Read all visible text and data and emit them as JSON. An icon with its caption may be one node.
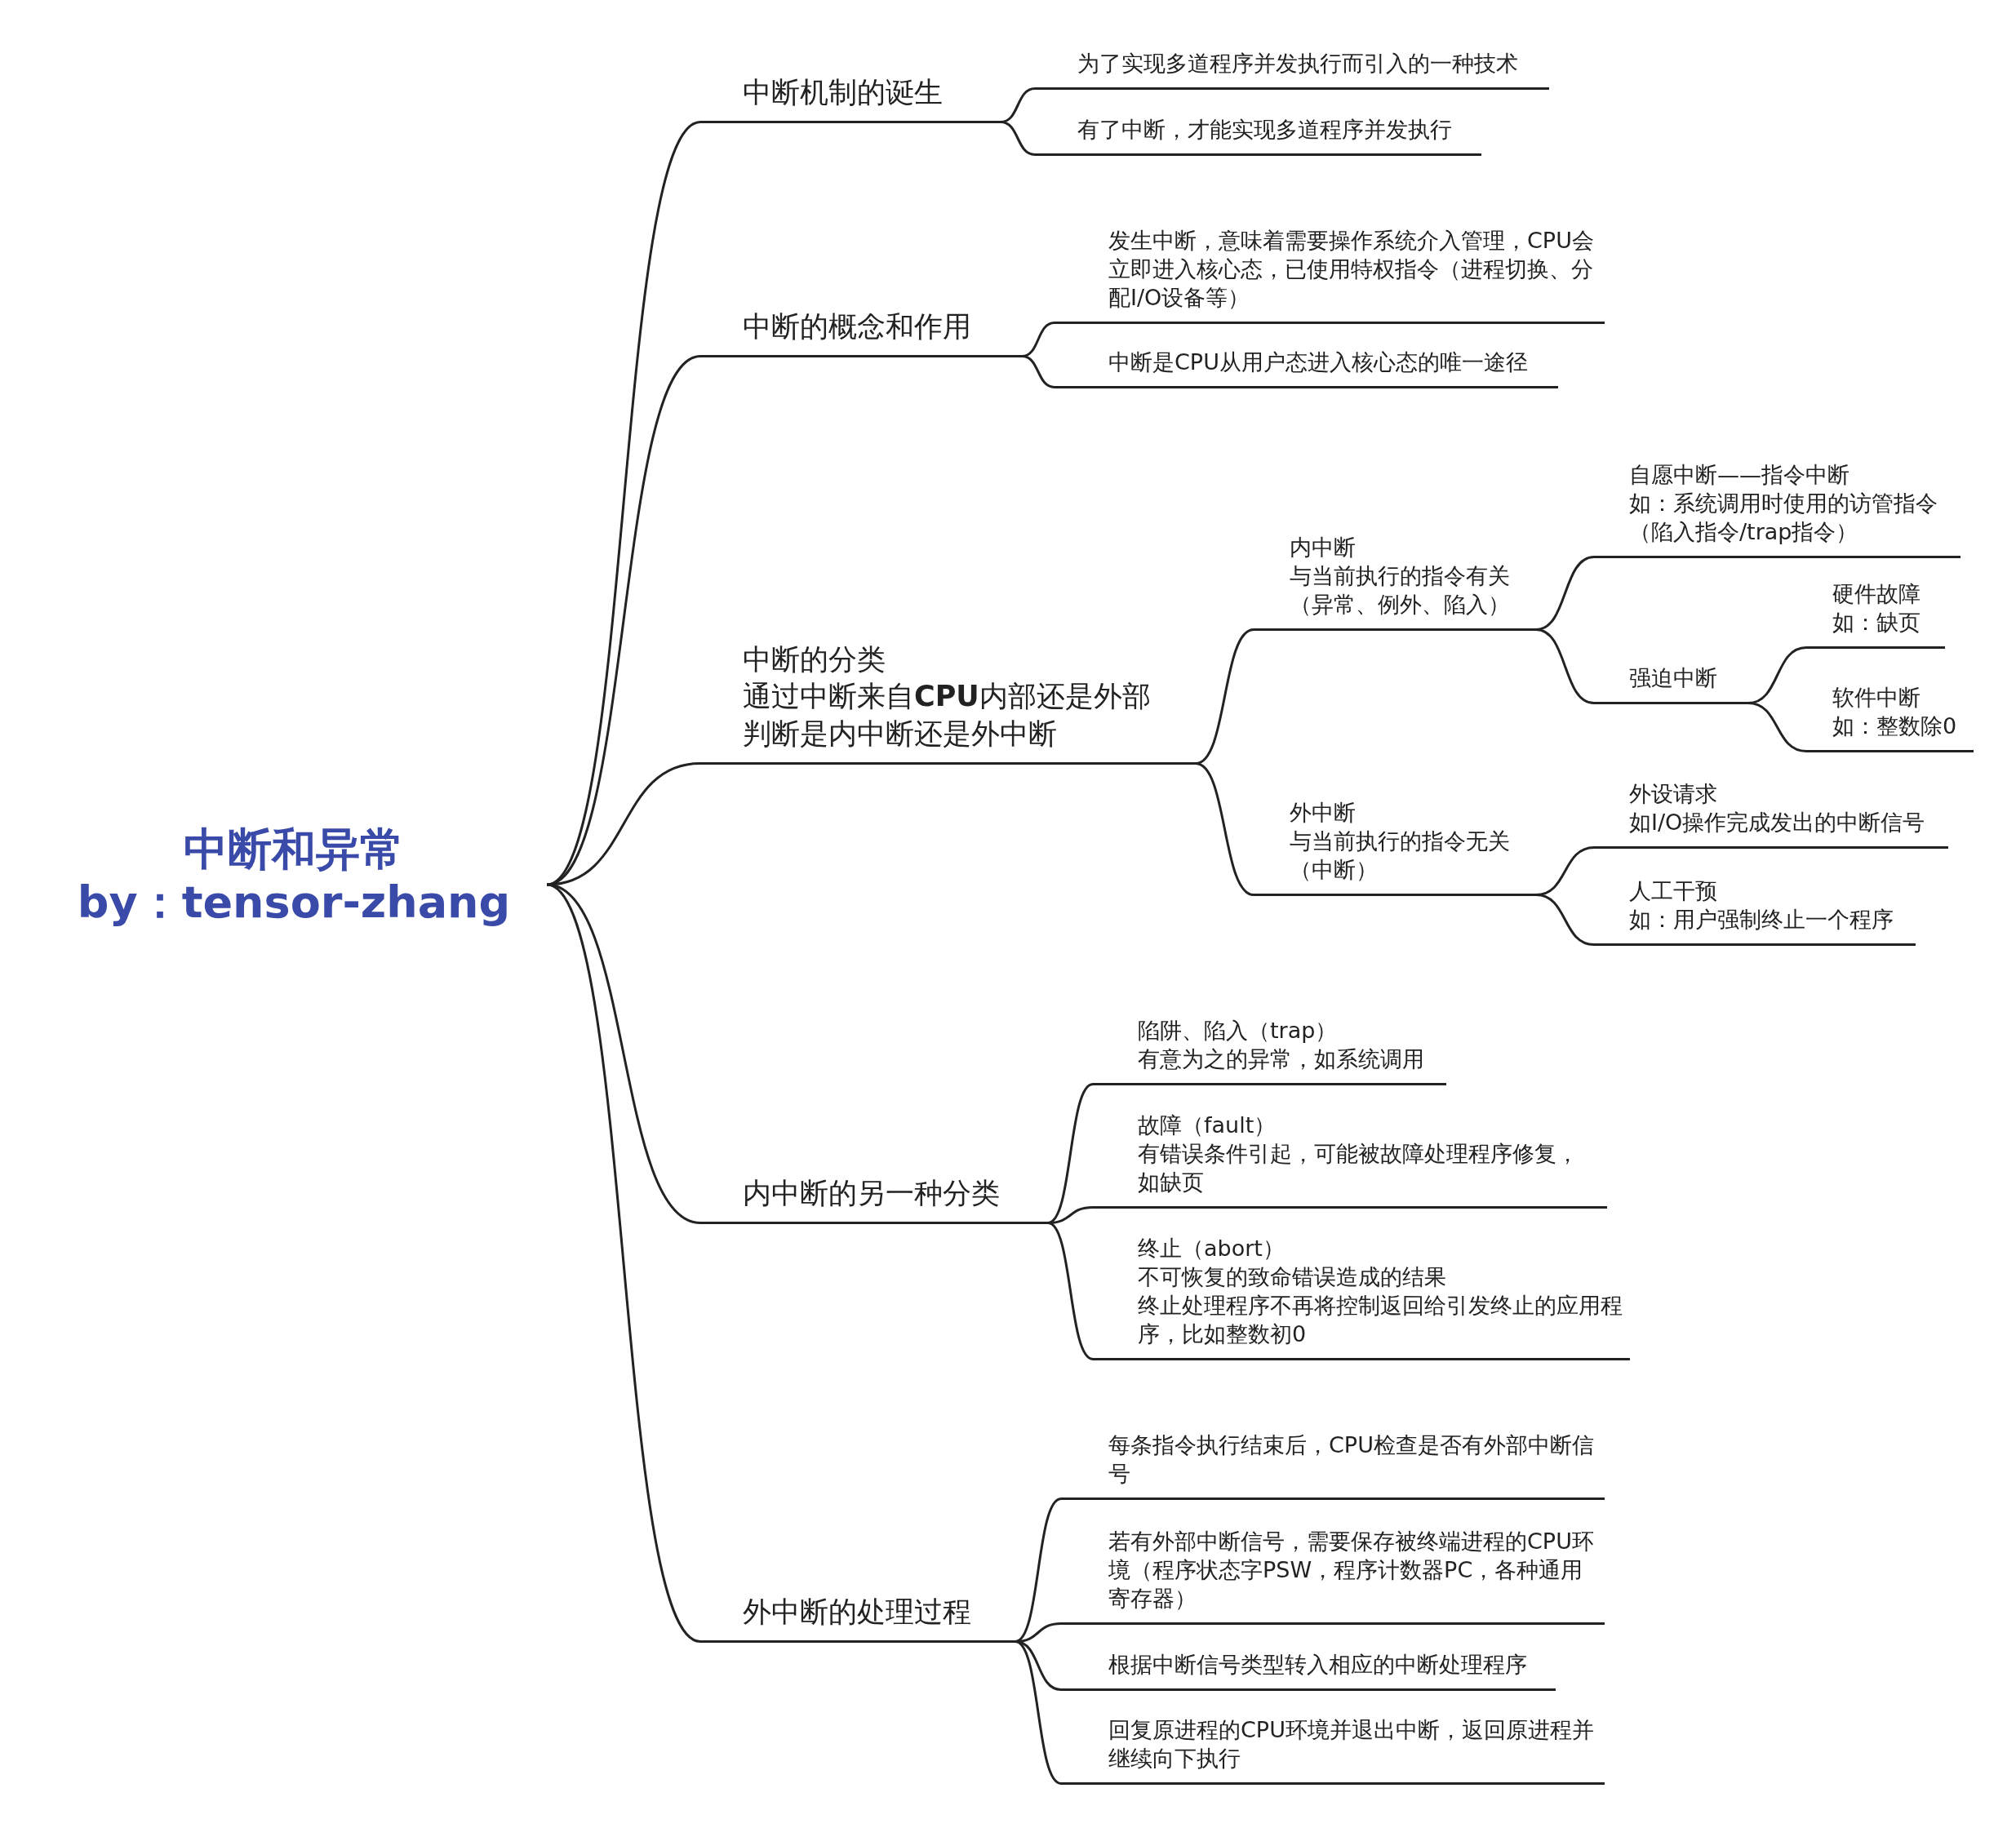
{
  "diagram": {
    "nodes": [
      {
        "text": [
          "中断和异常",
          "by：tensor-zhang"
        ]
      },
      {
        "text": [
          "中断机制的诞生"
        ]
      },
      {
        "text": [
          "为了实现多道程序并发执行而引入的一种技术"
        ]
      },
      {
        "text": [
          "有了中断，才能实现多道程序并发执行"
        ]
      },
      {
        "text": [
          "中断的概念和作用"
        ]
      },
      {
        "text": [
          "发生中断，意味着需要操作系统介入管理，CPU会立即进入核心态，已使用特权指令（进程切换、分配I/O设备等）"
        ]
      },
      {
        "text": [
          "中断是CPU从用户态进入核心态的唯一途径"
        ]
      },
      {
        "text": [
          "中断的分类",
          "通过中断来自**CPU**内部还是外部",
          "判断是内中断还是外中断"
        ]
      },
      {
        "text": [
          "内中断",
          "与当前执行的指令有关",
          "（异常、例外、陷入）"
        ]
      },
      {
        "text": [
          "自愿中断——指令中断",
          "如：系统调用时使用的访管指令",
          "（陷入指令/trap指令）"
        ]
      },
      {
        "text": [
          "强迫中断"
        ]
      },
      {
        "text": [
          "硬件故障",
          "如：缺页"
        ]
      },
      {
        "text": [
          "软件中断",
          "如：整数除0"
        ]
      },
      {
        "text": [
          "外中断",
          "与当前执行的指令无关",
          "（中断）"
        ]
      },
      {
        "text": [
          "外设请求",
          "如I/O操作完成发出的中断信号"
        ]
      },
      {
        "text": [
          "人工干预",
          "如：用户强制终止一个程序"
        ]
      },
      {
        "text": [
          "内中断的另一种分类"
        ]
      },
      {
        "text": [
          "陷阱、陷入（trap）",
          "有意为之的异常，如系统调用"
        ]
      },
      {
        "text": [
          "故障（fault）",
          "有错误条件引起，可能被故障处理程序修复，如缺页"
        ]
      },
      {
        "text": [
          "终止（abort）",
          "不可恢复的致命错误造成的结果",
          "终止处理程序不再将控制返回给引发终止的应用程序，比如整数初0"
        ]
      },
      {
        "text": [
          "外中断的处理过程"
        ]
      },
      {
        "text": [
          "每条指令执行结束后，CPU检查是否有外部中断信号"
        ]
      },
      {
        "text": [
          "若有外部中断信号，需要保存被终端进程的CPU环境（程序状态字PSW，程序计数器PC，各种通用寄存器）"
        ]
      },
      {
        "text": [
          "根据中断信号类型转入相应的中断处理程序"
        ]
      },
      {
        "text": [
          "回复原进程的CPU环境并退出中断，返回原进程并继续向下执行"
        ]
      }
    ],
    "edges": [
      {
        "from": 0,
        "to": 1,
        "arrow": "none"
      },
      {
        "from": 1,
        "to": 2,
        "arrow": "none"
      },
      {
        "from": 1,
        "to": 3,
        "arrow": "none"
      },
      {
        "from": 0,
        "to": 4,
        "arrow": "none"
      },
      {
        "from": 4,
        "to": 5,
        "arrow": "none"
      },
      {
        "from": 4,
        "to": 6,
        "arrow": "none"
      },
      {
        "from": 0,
        "to": 7,
        "arrow": "none"
      },
      {
        "from": 7,
        "to": 8,
        "arrow": "none"
      },
      {
        "from": 8,
        "to": 9,
        "arrow": "none"
      },
      {
        "from": 8,
        "to": 10,
        "arrow": "none"
      },
      {
        "from": 10,
        "to": 11,
        "arrow": "none"
      },
      {
        "from": 10,
        "to": 12,
        "arrow": "none"
      },
      {
        "from": 7,
        "to": 13,
        "arrow": "none"
      },
      {
        "from": 13,
        "to": 14,
        "arrow": "none"
      },
      {
        "from": 13,
        "to": 15,
        "arrow": "none"
      },
      {
        "from": 0,
        "to": 16,
        "arrow": "none"
      },
      {
        "from": 16,
        "to": 17,
        "arrow": "none"
      },
      {
        "from": 16,
        "to": 18,
        "arrow": "none"
      },
      {
        "from": 16,
        "to": 19,
        "arrow": "none"
      },
      {
        "from": 0,
        "to": 20,
        "arrow": "none"
      },
      {
        "from": 20,
        "to": 21,
        "arrow": "none"
      },
      {
        "from": 20,
        "to": 22,
        "arrow": "none"
      },
      {
        "from": 20,
        "to": 23,
        "arrow": "none"
      },
      {
        "from": 20,
        "to": 24,
        "arrow": "none"
      }
    ]
  }
}
